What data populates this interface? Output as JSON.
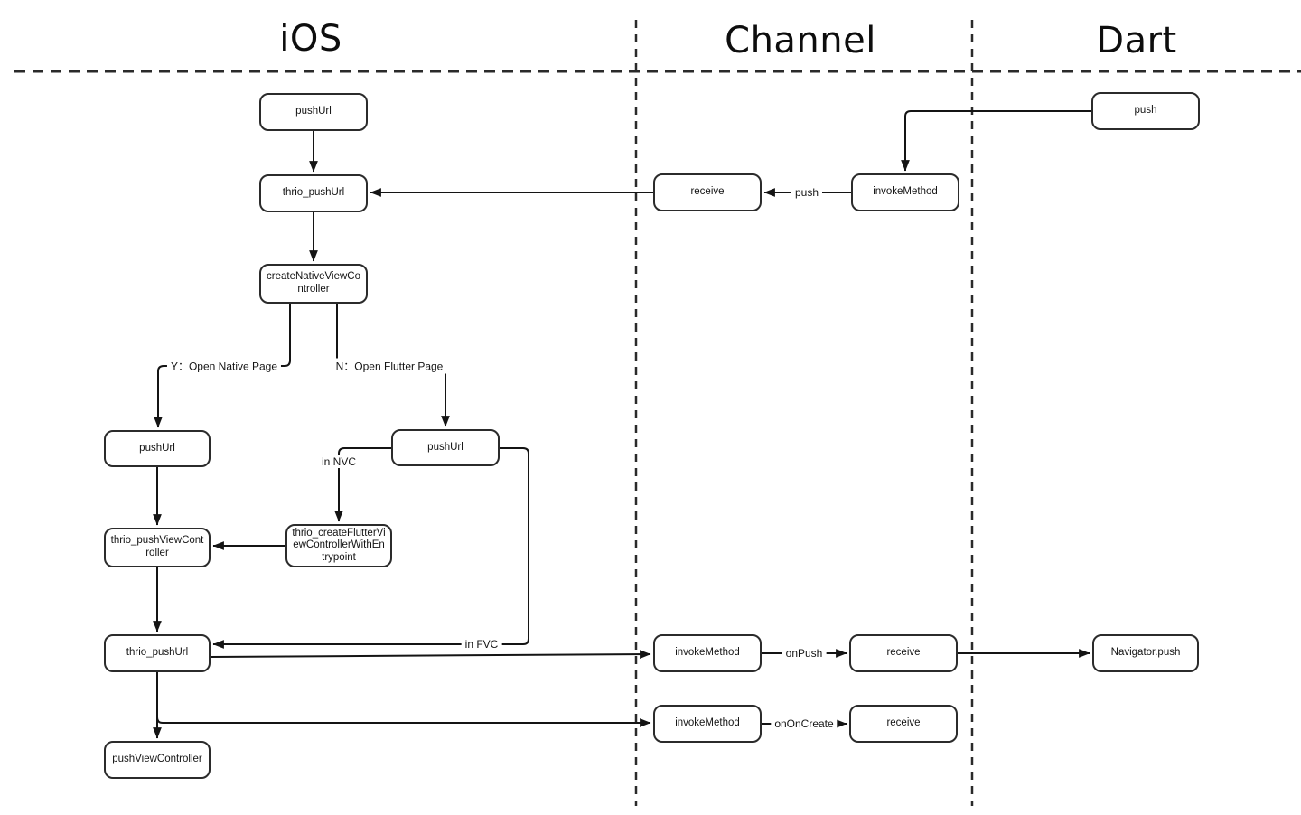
{
  "header": {
    "lanes": [
      "iOS",
      "Channel",
      "Dart"
    ]
  },
  "nodes": {
    "pushUrl1": "pushUrl",
    "thrioPushUrl1": "thrio_pushUrl",
    "createNativeVC": "createNativeViewController",
    "pushUrlNative": "pushUrl",
    "pushUrlFlutter": "pushUrl",
    "thrioCreateFlutterVC": "thrio_createFlutterViewControllerWithEntrypoint",
    "thrioPushVC": "thrio_pushViewController",
    "thrioPushUrl2": "thrio_pushUrl",
    "pushViewController": "pushViewController",
    "receiveTop": "receive",
    "invokeMethodTop": "invokeMethod",
    "pushDart": "push",
    "invokeMethodPush": "invokeMethod",
    "receivePush": "receive",
    "navigatorPush": "Navigator.push",
    "invokeMethodOnCreate": "invokeMethod",
    "receiveOnCreate": "receive"
  },
  "edge_labels": {
    "yBranch": "Y：Open Native Page",
    "nBranch": "N：Open Flutter Page",
    "inNVC": "in NVC",
    "inFVC": "in FVC",
    "push": "push",
    "onPush": "onPush",
    "onOnCreate": "onOnCreate"
  },
  "colors": {
    "line": "#141414",
    "box_border": "#2b2b2b",
    "background": "#ffffff"
  }
}
